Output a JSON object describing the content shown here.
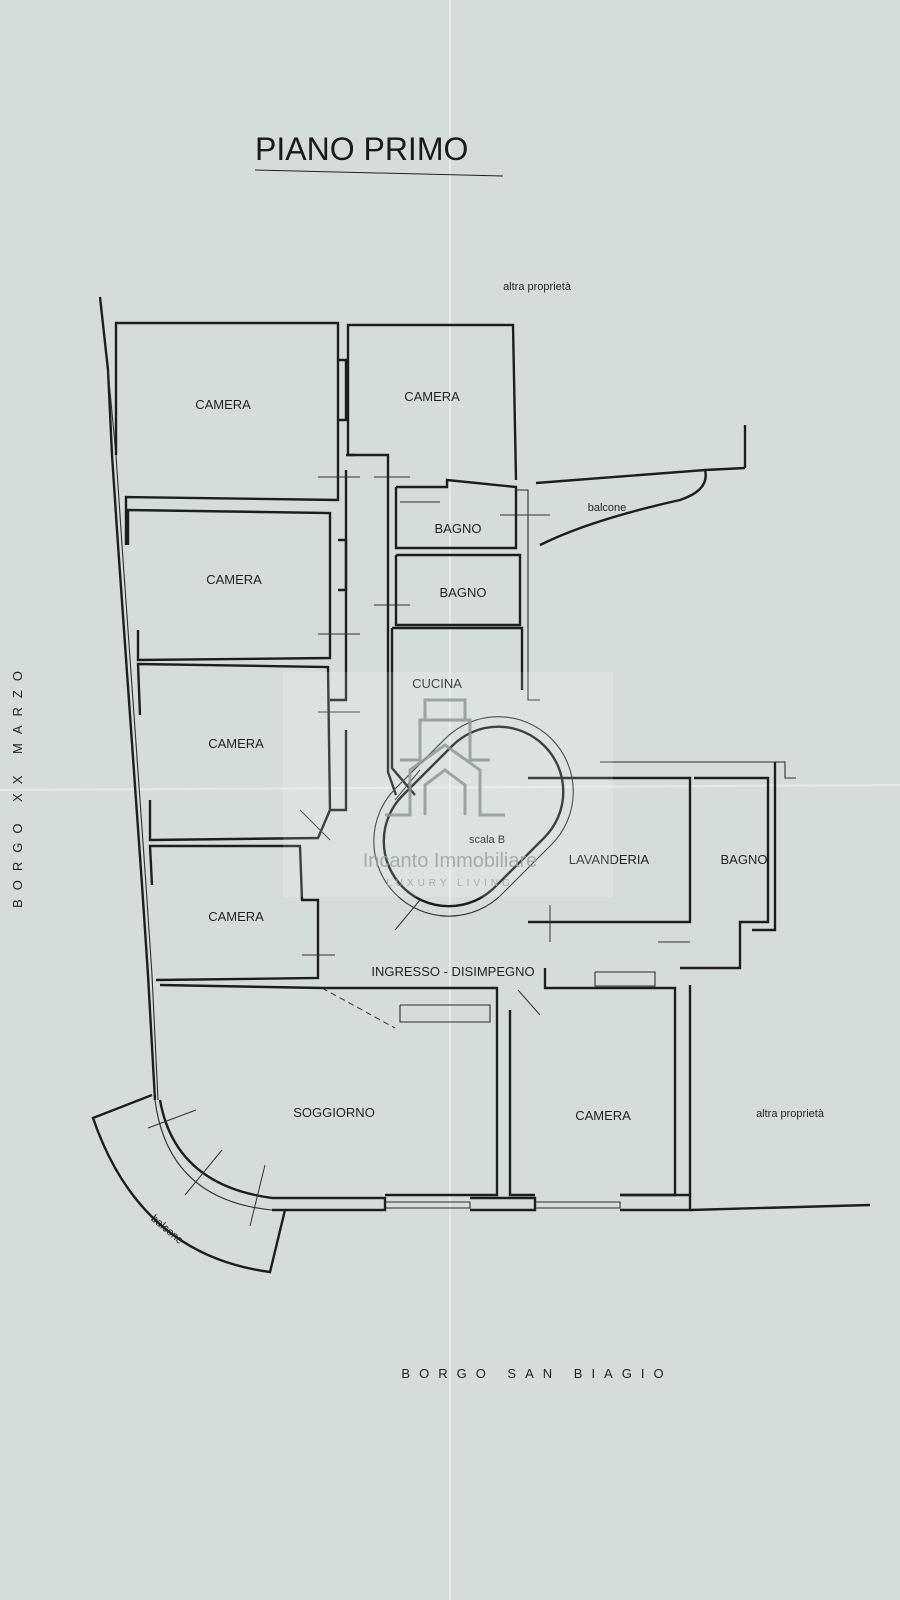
{
  "title": "PIANO PRIMO",
  "rooms": {
    "camera_1": "CAMERA",
    "camera_2": "CAMERA",
    "camera_3": "CAMERA",
    "camera_4": "CAMERA",
    "camera_5": "CAMERA",
    "camera_6": "CAMERA",
    "bagno_1": "BAGNO",
    "bagno_2": "BAGNO",
    "bagno_3": "BAGNO",
    "cucina": "CUCINA",
    "lavanderia": "LAVANDERIA",
    "ingresso": "INGRESSO - DISIMPEGNO",
    "soggiorno": "SOGGIORNO",
    "scala": "scala B",
    "balcone_top": "balcone",
    "balcone_bottom": "balcone"
  },
  "neighbors": {
    "top": "altra proprietà",
    "right": "altra proprietà"
  },
  "streets": {
    "left": "BORGO XX MARZO",
    "bottom": "BORGO SAN BIAGIO"
  },
  "watermark": {
    "brand": "Incanto Immobiliare",
    "tagline": "LUXURY LIVING"
  }
}
